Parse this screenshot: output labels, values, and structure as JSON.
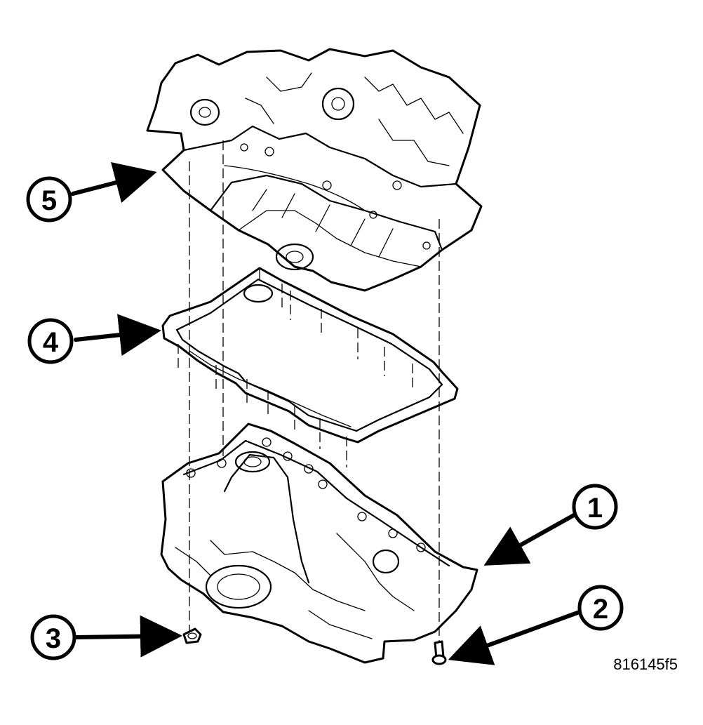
{
  "figure": {
    "id_label": "816145f5"
  },
  "callouts": [
    {
      "number": "1"
    },
    {
      "number": "2"
    },
    {
      "number": "3"
    },
    {
      "number": "4"
    },
    {
      "number": "5"
    }
  ]
}
